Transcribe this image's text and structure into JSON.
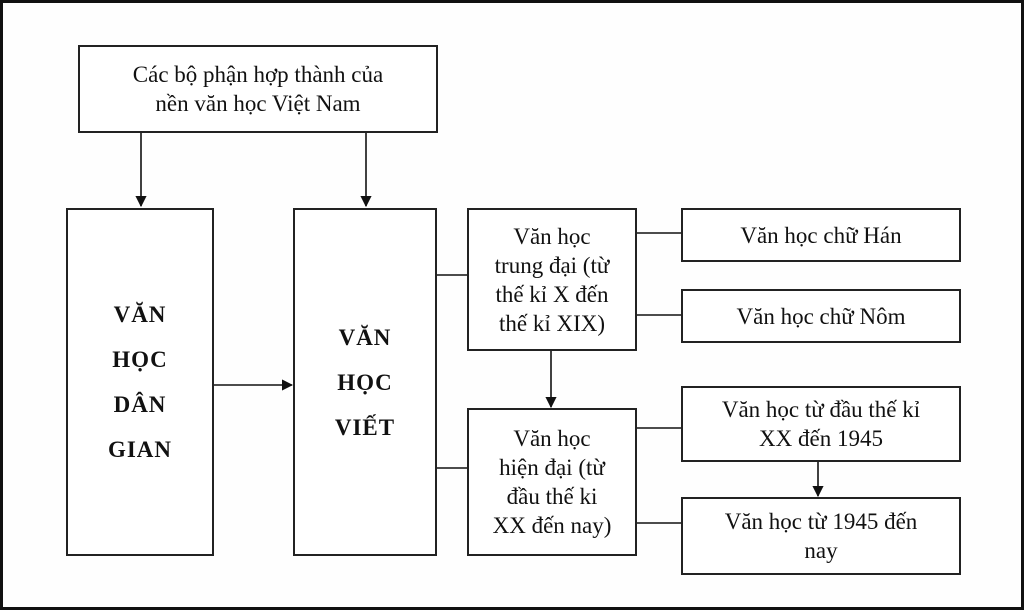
{
  "diagram": {
    "root": {
      "line1": "Các bộ phận hợp thành của",
      "line2": "nền văn học Việt Nam"
    },
    "folk": [
      "VĂN",
      "HỌC",
      "DÂN",
      "GIAN"
    ],
    "written": [
      "VĂN",
      "HỌC",
      "VIẾT"
    ],
    "medieval": [
      "Văn học",
      "trung đại (từ",
      "thế kỉ X đến",
      "thế kỉ XIX)"
    ],
    "modern": [
      "Văn học",
      "hiện đại (từ",
      "đầu thế ki",
      "XX đến nay)"
    ],
    "han": "Văn học chữ Hán",
    "nom": "Văn học chữ Nôm",
    "early": [
      "Văn học từ đầu thế kỉ",
      "XX đến 1945"
    ],
    "late": [
      "Văn học từ 1945 đến",
      "nay"
    ]
  }
}
